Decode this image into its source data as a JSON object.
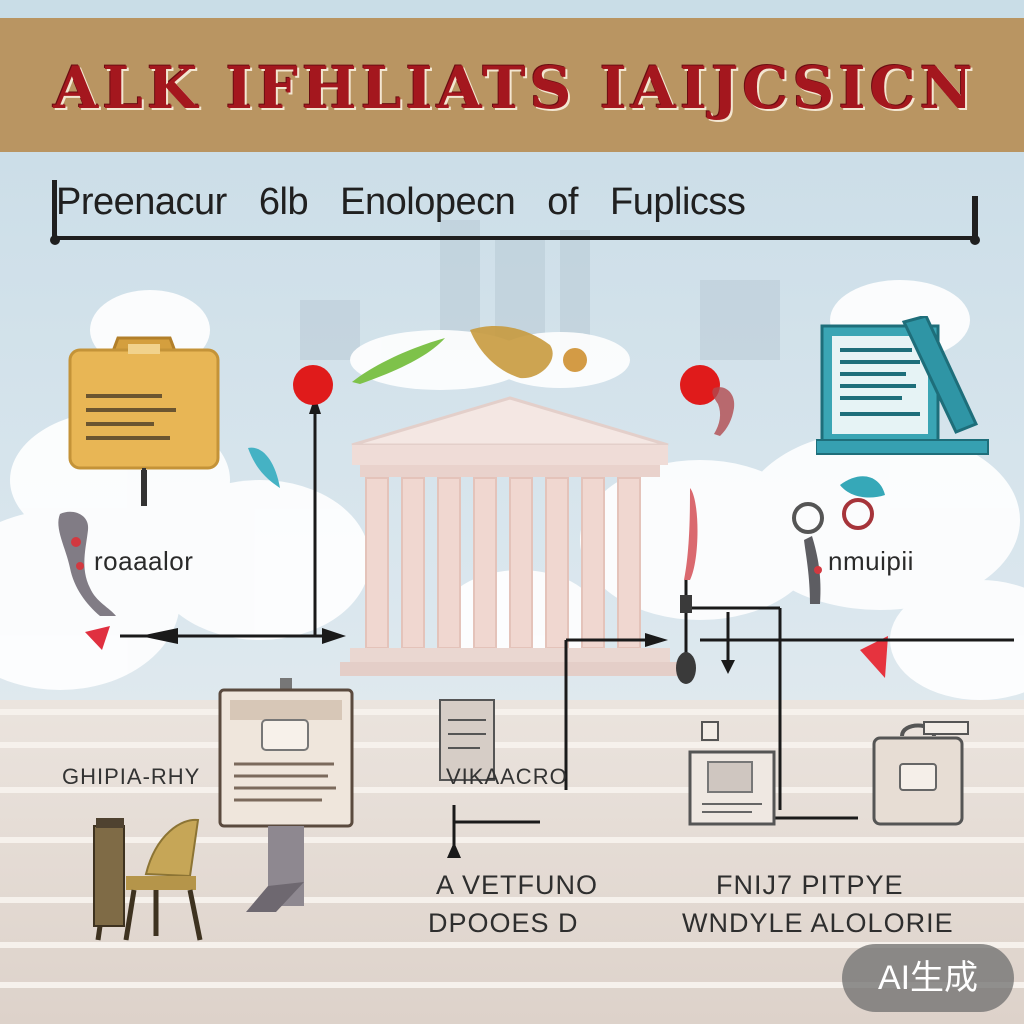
{
  "header": {
    "title": "ALK IFHLIATS IAIJCSICN",
    "subtitle": "Preenacur 6lb Enolopecn of Fuplicss"
  },
  "labels": {
    "left_mid": "roaaalor",
    "right_mid": "nmuipii",
    "left_low": "GHIPIA-RHY",
    "center_low": "VIKAACRO",
    "bottom_center_line1": "A VETFUNO",
    "bottom_center_line2": "DPOOES D",
    "bottom_right_line1": "FNIJ7 PITPYE",
    "bottom_right_line2": "WNDYLE ALOLORIE"
  },
  "watermark": {
    "text": "AI生成"
  },
  "colors": {
    "banner": "#b99562",
    "title": "#a4171e",
    "sky": "#cfe0ea",
    "floor": "#e5ddd6",
    "node_red": "#e01b1b",
    "teal": "#2f9fb0",
    "folder_yellow": "#e6b550"
  },
  "icons": [
    "briefcase-icon",
    "document-icon",
    "tablet-icon",
    "temple-icon",
    "chair-icon",
    "pin-node-icon",
    "arrow-icon"
  ]
}
